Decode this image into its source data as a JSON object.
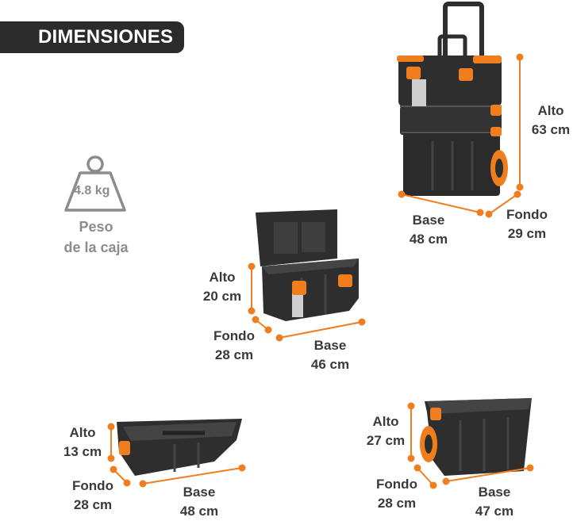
{
  "header": {
    "title": "DIMENSIONES"
  },
  "weight": {
    "value": "4.8 kg",
    "caption_line1": "Peso",
    "caption_line2": "de la caja"
  },
  "colors": {
    "accent": "#f07e1f",
    "box": "#2e2e2e",
    "title_bg": "#2b2b2b"
  },
  "trolley": {
    "alto_label": "Alto",
    "alto_value": "63 cm",
    "base_label": "Base",
    "base_value": "48 cm",
    "fondo_label": "Fondo",
    "fondo_value": "29 cm"
  },
  "toolbox": {
    "alto_label": "Alto",
    "alto_value": "20 cm",
    "fondo_label": "Fondo",
    "fondo_value": "28 cm",
    "base_label": "Base",
    "base_value": "46 cm"
  },
  "tray": {
    "alto_label": "Alto",
    "alto_value": "13 cm",
    "fondo_label": "Fondo",
    "fondo_value": "28 cm",
    "base_label": "Base",
    "base_value": "48 cm"
  },
  "bin": {
    "alto_label": "Alto",
    "alto_value": "27 cm",
    "fondo_label": "Fondo",
    "fondo_value": "28 cm",
    "base_label": "Base",
    "base_value": "47 cm"
  }
}
